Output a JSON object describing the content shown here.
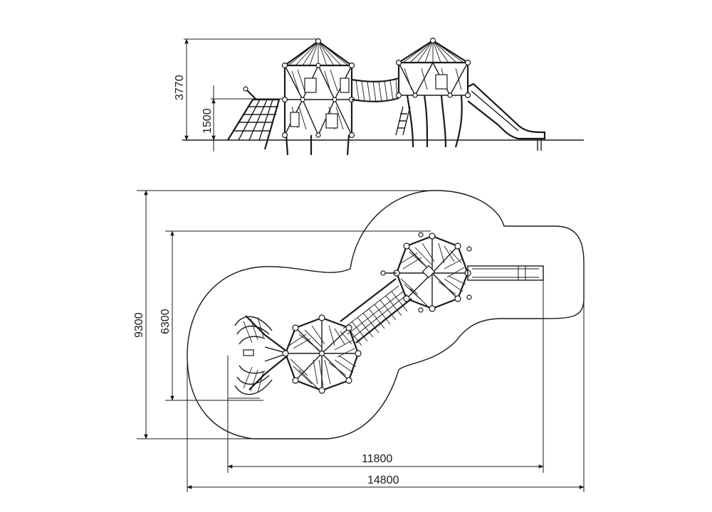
{
  "dimensions": {
    "side_height_total": "3770",
    "side_height_platform": "1500",
    "plan_depth_outer": "9300",
    "plan_depth_inner": "6300",
    "plan_width_inner": "11800",
    "plan_width_outer": "14800"
  }
}
